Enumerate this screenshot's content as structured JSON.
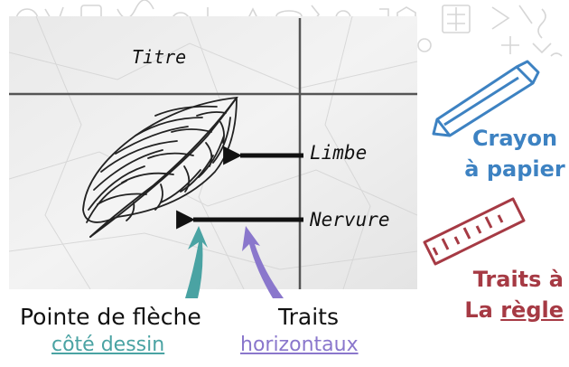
{
  "page": {
    "sheet": {
      "title_label": "Titre",
      "label_limbe": "Limbe",
      "label_nervure": "Nervure"
    },
    "annotations": {
      "arrowhead_line1": "Pointe de flèche",
      "arrowhead_line2": "côté dessin",
      "strokes_line1": "Traits",
      "strokes_line2": "horizontaux"
    },
    "tools": {
      "pencil_line1": "Crayon",
      "pencil_line2": "à papier",
      "ruler_line1": "Traits à",
      "ruler_line2_prefix": "La",
      "ruler_line2_underlined": "règle"
    },
    "colors": {
      "teal": "#4aa3a3",
      "purple": "#8a77cc",
      "blue": "#3d82c2",
      "red": "#a63a44",
      "grid_line": "#555555",
      "ink": "#111111"
    },
    "icons": [
      "science-doodles-background",
      "leaf-drawing-icon",
      "pencil-icon",
      "ruler-icon"
    ]
  }
}
